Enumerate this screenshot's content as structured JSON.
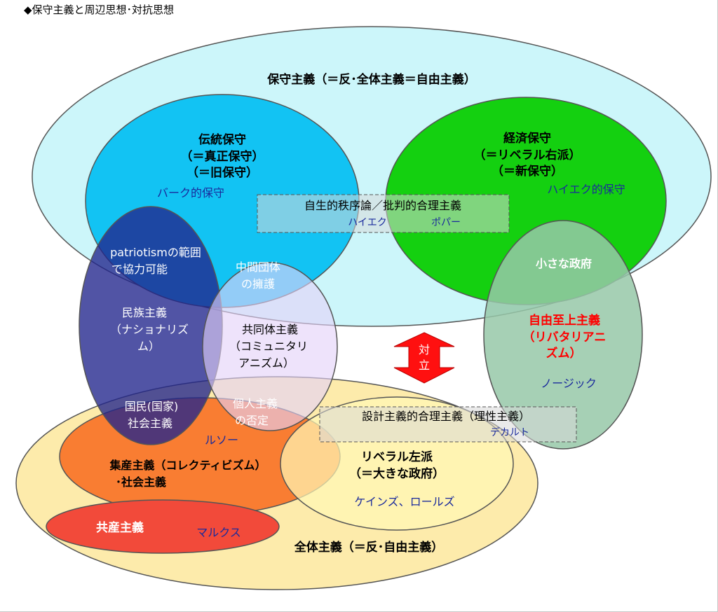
{
  "heading": "◆保守主義と周辺思想･対抗思想",
  "regions": {
    "conservatism": "保守主義（＝反･全体主義＝自由主義）",
    "traditional": {
      "line1": "伝統保守",
      "line2": "（＝真正保守）",
      "line3": "（＝旧保守）",
      "person": "バーク的保守"
    },
    "economic": {
      "line1": "経済保守",
      "line2": "（＝リベラル右派）",
      "line3": "（＝新保守）",
      "person": "ハイエク的保守"
    },
    "spontaneous_order": {
      "label": "自生的秩序論／批判的合理主義",
      "person1": "ハイエク",
      "person2": "ポパー"
    },
    "patriotism": {
      "line1": "patriotismの範囲",
      "line2": "で協力可能"
    },
    "intermediate": {
      "line1": "中間団体",
      "line2": "の擁護"
    },
    "nationalism": {
      "line1": "民族主義",
      "line2": "（ナショナリズ",
      "line3": "ム）"
    },
    "communitarianism": {
      "line1": "共同体主義",
      "line2": "（コミュニタリ",
      "line3": "アニズム）"
    },
    "small_government": "小さな政府",
    "libertarianism": {
      "line1": "自由至上主義",
      "line2": "（リバタリアニ",
      "line3": "ズム）",
      "person": "ノージック"
    },
    "opposition": {
      "line1": "対",
      "line2": "立"
    },
    "national_socialism": {
      "line1": "国民(国家)",
      "line2": "社会主義"
    },
    "individual_denial": {
      "line1": "個人主義",
      "line2": "の否定"
    },
    "rousseau": "ルソー",
    "constructivism": {
      "label": "設計主義的合理主義（理性主義）",
      "person": "デカルト"
    },
    "collectivism": {
      "line1": "集産主義（コレクティビズム）",
      "line2": "･社会主義"
    },
    "liberal_left": {
      "line1": "リベラル左派",
      "line2": "（＝大きな政府）",
      "person": "ケインズ、ロールズ"
    },
    "communism": {
      "label": "共産主義",
      "person": "マルクス"
    },
    "totalitarianism": "全体主義（＝反･自由主義）"
  },
  "colors": {
    "conservatism": "#ccf6fa",
    "traditional": "#12c3f3",
    "economic": "#14d010",
    "nationalism": "#20248c",
    "communitarianism": "#e4d2f8",
    "libertarianism": "#96c8a8",
    "totalitarianism": "#fde9a2",
    "collectivism": "#f86a1c",
    "liberal_left": "#fff6b4",
    "communism": "#f24a3a",
    "arrow": "#ff1010",
    "libertarian_text": "#ff0000",
    "person_text": "#1a2a9c"
  }
}
